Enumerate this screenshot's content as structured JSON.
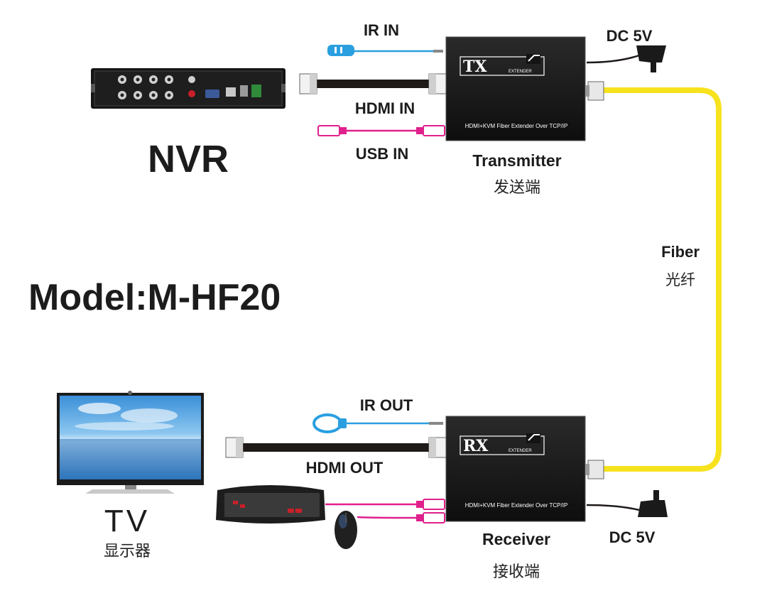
{
  "nvr": {
    "label": "NVR"
  },
  "model": {
    "text": "Model:M-HF20"
  },
  "tv": {
    "label": "TV",
    "label_cn": "显示器"
  },
  "transmitter": {
    "badge": "TX",
    "badge_sub": "EXTENDER",
    "desc": "HDMI+KVM Fiber Extender Over TCP/IP",
    "label": "Transmitter",
    "label_cn": "发送端"
  },
  "receiver": {
    "badge": "RX",
    "badge_sub": "EXTENDER",
    "desc": "HDMI+KVM Fiber Extender Over TCP/IP",
    "label": "Receiver",
    "label_cn": "接收端"
  },
  "connections": {
    "ir_in": "IR IN",
    "hdmi_in": "HDMI IN",
    "usb_in": "USB IN",
    "dc_tx": "DC 5V",
    "ir_out": "IR OUT",
    "hdmi_out": "HDMI OUT",
    "dc_rx": "DC 5V",
    "fiber": "Fiber",
    "fiber_cn": "光纤"
  },
  "colors": {
    "fiber": "#f7e21e",
    "hdmi_cable": "#1e1a18",
    "usb_cable": "#e0208c",
    "ir_cable": "#2a9fe0",
    "device_body": "#141414"
  }
}
